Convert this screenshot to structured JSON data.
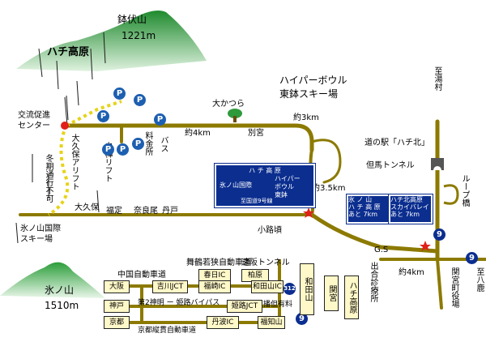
{
  "mountains": {
    "hachibuse": {
      "name": "鉢伏山",
      "elev": "1221m"
    },
    "hyonosen": {
      "name": "氷ノ山",
      "elev": "1510m"
    }
  },
  "places": {
    "hachi_kogen": "ハチ高原",
    "hyper_bowl": "ハイパーボウル",
    "higashi_hachi": "東鉢スキー場",
    "kouryu_center_1": "交流促進",
    "kouryu_center_2": "センター",
    "okatsura": "大かつら",
    "yaku": "約3km",
    "yaku4km_top": "約4km",
    "yaku35": "約3.5km",
    "yaku4km_bottom": "約4km",
    "bekku": "別宮",
    "ookubo_alpet": "大久保アリフト",
    "hakuba_lift": "白樺リフト",
    "ryokin": "料金所",
    "bus": "バス",
    "fukusada": "福定",
    "naraoo": "奈良尾",
    "tanto": "丹戸",
    "ookubo": "大久保",
    "winter_closed": "冬期通行不可",
    "hyonosen_kokusai_1": "氷ノ山国際",
    "hyonosen_kokusai_2": "スキー場",
    "kotoke": "小路頃",
    "gs": "G.S",
    "michinoeki": "道の駅「ハチ北」",
    "tajima_tunnel": "但馬トンネル",
    "loop_bridge": "ループ橋",
    "to_yumura": "至湯村",
    "to_yabu": "至八鹿",
    "deai": "出合診療所",
    "sekinomiya_office": "関宮町役場"
  },
  "signs": {
    "blue_big": {
      "top": "ハ チ 高 原",
      "left": "氷ノ山国際",
      "right_1": "ハイパー",
      "right_2": "ボウル",
      "right_3": "東鉢",
      "bottom": "至国道9号線"
    },
    "small_left": {
      "l1": "氷 ノ 山",
      "l2": "ハ チ 高 原",
      "l3": "あと 7km"
    },
    "small_right": {
      "l1": "ハチ北高原",
      "l2": "スカイバレイ",
      "l3": "あと 7km"
    }
  },
  "route_shields": {
    "r9a": "9",
    "r9b": "9",
    "r9c": "9",
    "r312": "312"
  },
  "inset": {
    "chugoku": "中国自動車道",
    "maizuru": "舞鶴若狭自動車道",
    "tooriyama": "遠阪トンネル",
    "daini_shinmei": "第2神明 ー 姫路バイパス",
    "bantan": "播但有料",
    "kyoto_jukan": "京都縦貫自動車道",
    "osaka": "大阪",
    "yoshikawa": "吉川JCT",
    "kasuga": "春日IC",
    "fukuzaki": "福崎IC",
    "kaibara": "柏原",
    "wadayama_ic": "和田山IC",
    "kobe": "神戸",
    "himeji": "姫路JCT",
    "kyoto": "京都",
    "tanba": "丹波IC",
    "fukuchiyama": "福知山",
    "wadayama_v": "和田山",
    "sekinomiya_v": "関宮",
    "hachi_kogen_v": "ハチ高原"
  },
  "parking_label": "P",
  "colors": {
    "road": "#8c7a00",
    "road_light": "#c9b400",
    "mountain": "#2f9a3c",
    "mountain_light": "#bfe2bf",
    "sign_blue": "#0b2e8f",
    "parking_blue": "#1d5fb0",
    "yellow_box": "#fff8c8",
    "red_star": "#e0201a"
  }
}
